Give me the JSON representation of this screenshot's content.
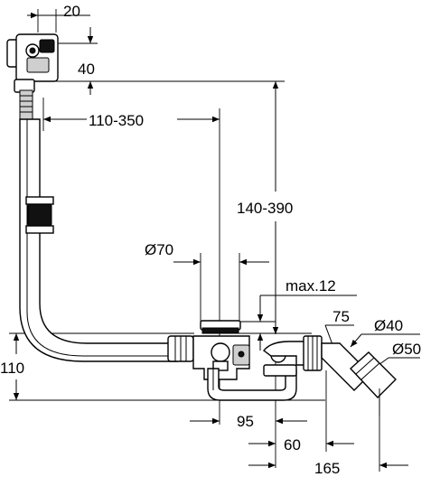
{
  "dimensions": {
    "top_offset": "20",
    "top_height": "40",
    "horizontal_range": "110-350",
    "vertical_range": "140-390",
    "outlet_diameter": "Ø70",
    "max_depth": "max.12",
    "trap_offset": "75",
    "pipe_diameter_small": "Ø40",
    "pipe_diameter_large": "Ø50",
    "height_110": "110",
    "distance_95": "95",
    "distance_60": "60",
    "distance_165": "165"
  }
}
